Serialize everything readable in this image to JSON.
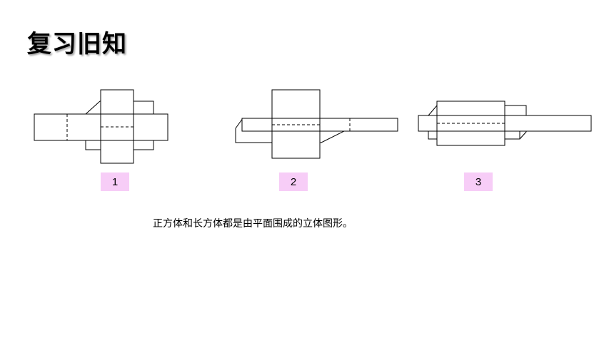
{
  "title": "复习旧知",
  "figures": [
    {
      "label": "1"
    },
    {
      "label": "2"
    },
    {
      "label": "3"
    }
  ],
  "caption": "正方体和长方体都是由平面围成的立体图形。"
}
